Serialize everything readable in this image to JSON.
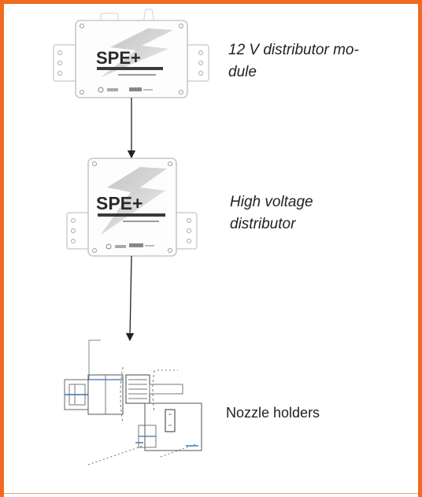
{
  "colors": {
    "frame": "#f26a1f",
    "accent": "#3b6fb6"
  },
  "modules": [
    {
      "name": "12 V distributor module",
      "label_lines": [
        "12 V distributor mo-",
        "dule"
      ],
      "device_logo": "SPE+"
    },
    {
      "name": "High voltage distributor",
      "label_lines": [
        "High voltage",
        "distributor"
      ],
      "device_logo": "SPE+"
    },
    {
      "name": "Nozzle holders",
      "label_lines": [
        "Nozzle holders"
      ]
    }
  ]
}
